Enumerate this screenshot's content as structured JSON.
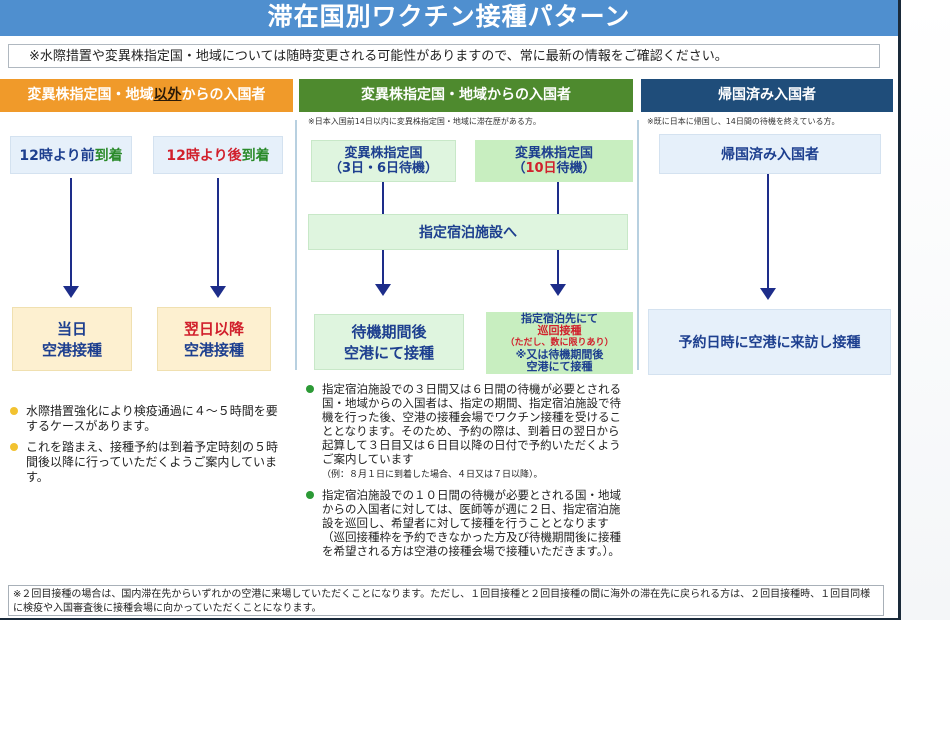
{
  "title": "滞在国別ワクチン接種パターン",
  "notice": "※水際措置や変異株指定国・地域については随時変更される可能性がありますので、常に最新の情報をご確認ください。",
  "col1": {
    "head_pre": "変異株指定国・地域",
    "head_ul": "以外",
    "head_post": "からの入国者",
    "before_a": "12時より前",
    "before_b": "到着",
    "after_a": "12時より後",
    "after_b": "到着",
    "result1_a": "当日",
    "result1_b": "空港接種",
    "result2_a": "翌日以降",
    "result2_b": "空港接種",
    "bullet1": "水際措置強化により検疫通過に４～５時間を要するケースがあります。",
    "bullet2": "これを踏まえ、接種予約は到着予定時刻の５時間後以降に行っていただくようご案内しています。"
  },
  "col2": {
    "head": "変異株指定国・地域からの入国者",
    "note": "※日本入国前14日以内に変異株指定国・地域に滞在歴がある方。",
    "left_a": "変異株指定国",
    "left_b": "（3日・6日待機）",
    "right_a": "変異株指定国",
    "right_b_pre": "（",
    "right_b_red": "10日",
    "right_b_post": "待機）",
    "facility": "指定宿泊施設へ",
    "result1_a": "待機期間後",
    "result1_b": "空港にて接種",
    "result2_a": "指定宿泊先にて",
    "result2_b": "巡回接種",
    "result2_c": "（ただし、数に限りあり）",
    "result2_d": "※又は待機期間後",
    "result2_e": "空港にて接種",
    "bullet1": "指定宿泊施設での３日間又は６日間の待機が必要とされる国・地域からの入国者は、指定の期間、指定宿泊施設で待機を行った後、空港の接種会場でワクチン接種を受けることとなります。そのため、予約の際は、到着日の翌日から起算して３日目又は６日目以降の日付で予約いただくようご案内しています",
    "bullet1_note": "（例：８月１日に到着した場合、４日又は７日以降）。",
    "bullet2": "指定宿泊施設での１０日間の待機が必要とされる国・地域からの入国者に対しては、医師等が週に２日、指定宿泊施設を巡回し、希望者に対して接種を行うこととなります（巡回接種枠を予約できなかった方及び待機期間後に接種を希望される方は空港の接種会場で接種いただきます。）。"
  },
  "col3": {
    "head": "帰国済み入国者",
    "note": "※既に日本に帰国し、14日間の待機を終えている方。",
    "box": "帰国済み入国者",
    "result": "予約日時に空港に来訪し接種"
  },
  "footnote": "※２回目接種の場合は、国内滞在先からいずれかの空港に来場していただくことになります。ただし、１回目接種と２回目接種の間に海外の滞在先に戻られる方は、２回目接種時、１回目同様に検疫や入国審査後に接種会場に向かっていただくことになります。"
}
